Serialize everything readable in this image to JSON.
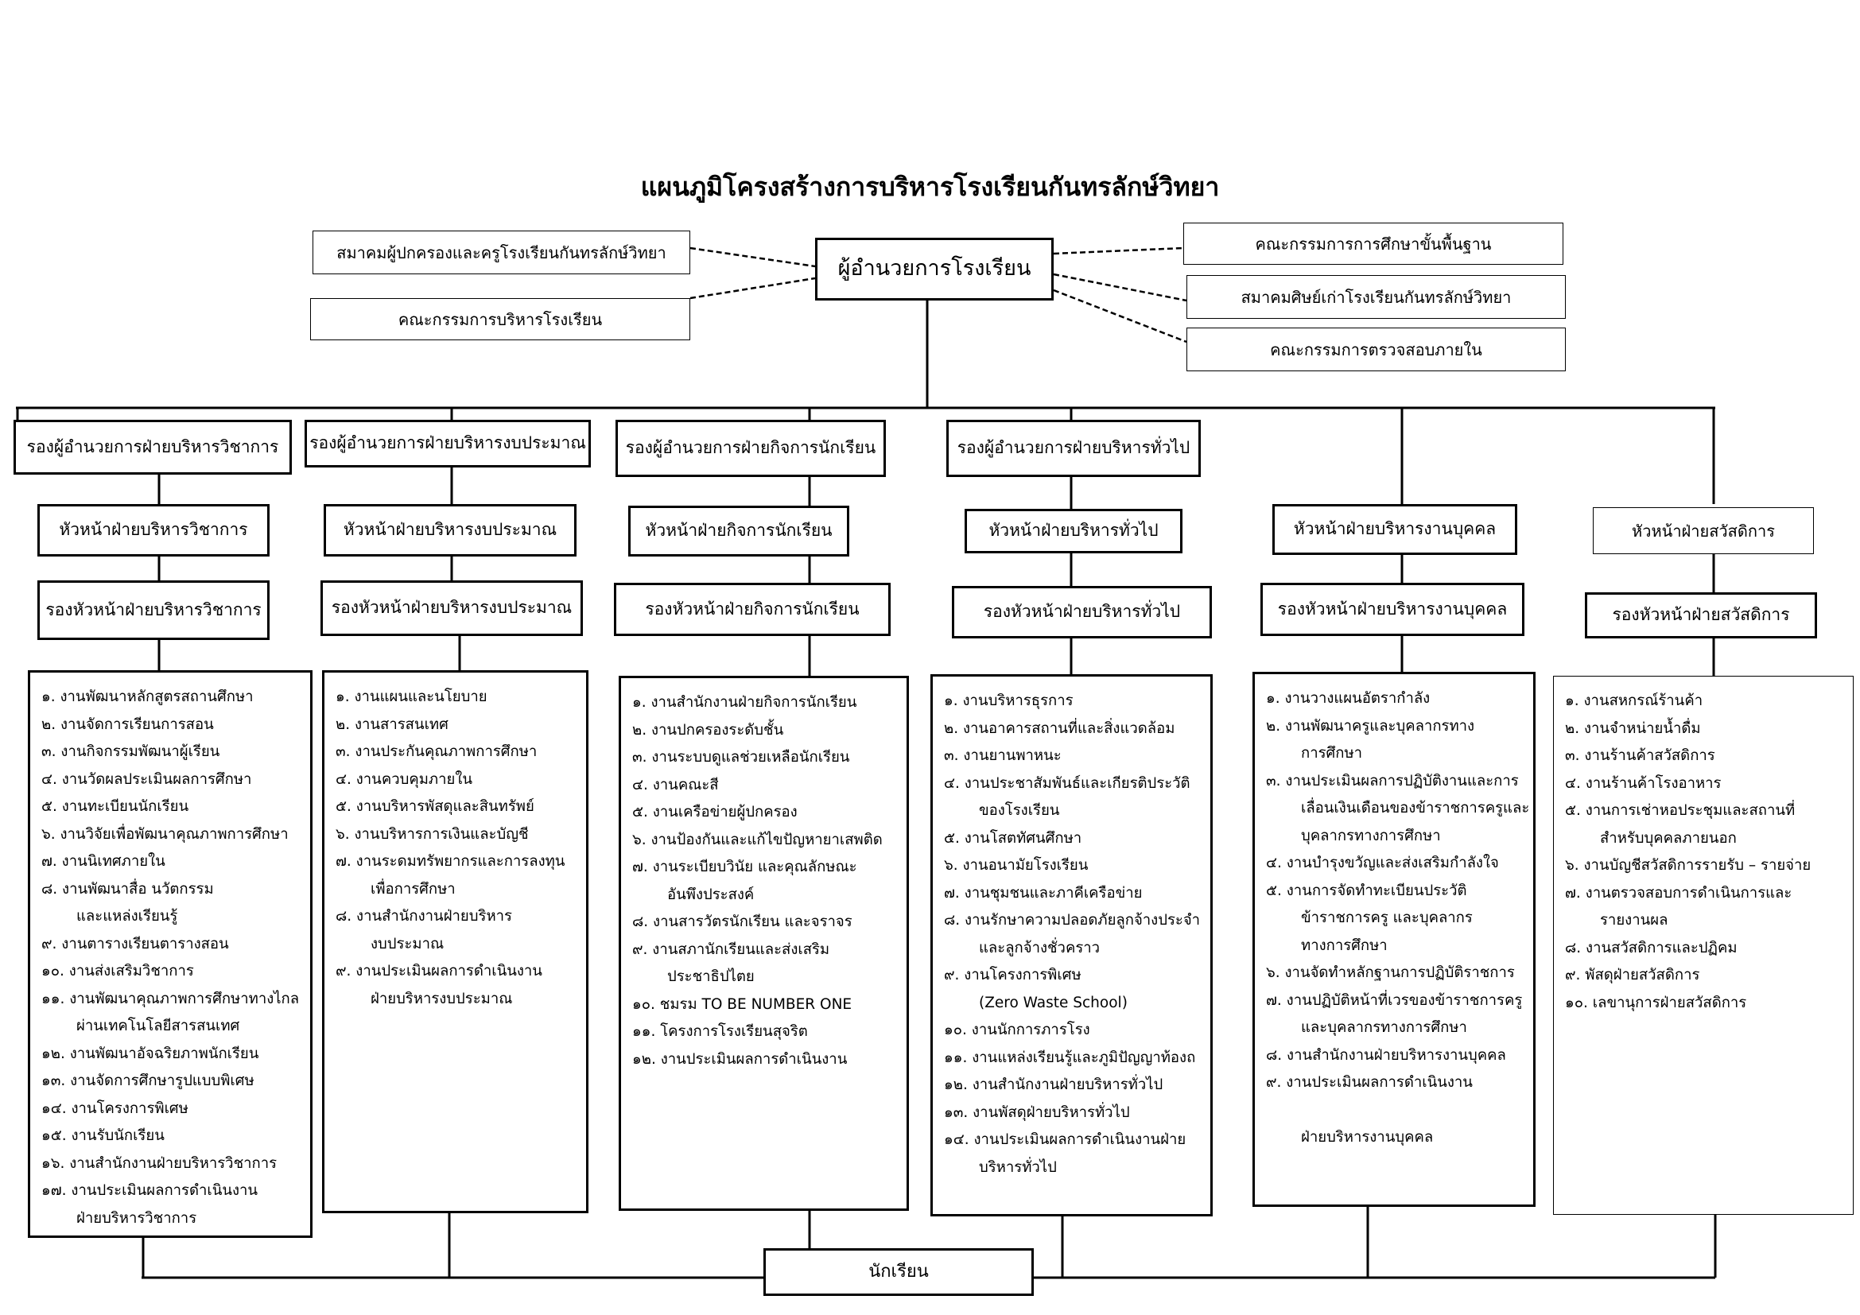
{
  "title": "แผนภูมิโครงสร้างการบริหารโรงเรียนกันทรลักษ์วิทยา",
  "director": "ผู้อำนวยการโรงเรียน",
  "side_boxes": {
    "parents_teachers_association": "สมาคมผู้ปกครองและครูโรงเรียนกันทรลักษ์วิทยา",
    "school_board": "คณะกรรมการบริหารโรงเรียน",
    "basic_education_committee": "คณะกรรมการการศึกษาขั้นพื้นฐาน",
    "alumni_association": "สมาคมศิษย์เก่าโรงเรียนกันทรลักษ์วิทยา",
    "internal_audit_committee": "คณะกรรมการตรวจสอบภายใน"
  },
  "deputies": [
    "รองผู้อำนวยการฝ่ายบริหารวิชาการ",
    "รองผู้อำนวยการฝ่ายบริหารงบประมาณ",
    "รองผู้อำนวยการฝ่ายกิจการนักเรียน",
    "รองผู้อำนวยการฝ่ายบริหารทั่วไป"
  ],
  "heads": [
    "หัวหน้าฝ่ายบริหารวิชาการ",
    "หัวหน้าฝ่ายบริหารงบประมาณ",
    "หัวหน้าฝ่ายกิจการนักเรียน",
    "หัวหน้าฝ่ายบริหารทั่วไป",
    "หัวหน้าฝ่ายบริหารงานบุคคล",
    "หัวหน้าฝ่ายสวัสดิการ"
  ],
  "deputy_heads": [
    "รองหัวหน้าฝ่ายบริหารวิชาการ",
    "รองหัวหน้าฝ่ายบริหารงบประมาณ",
    "รองหัวหน้าฝ่ายกิจการนักเรียน",
    "รองหัวหน้าฝ่ายบริหารทั่วไป",
    "รองหัวหน้าฝ่ายบริหารงานบุคคล",
    "รองหัวหน้าฝ่ายสวัสดิการ"
  ],
  "task_lists": [
    [
      "๑. งานพัฒนาหลักสูตรสถานศึกษา",
      "๒. งานจัดการเรียนการสอน",
      "๓. งานกิจกรรมพัฒนาผู้เรียน",
      "๔. งานวัดผลประเมินผลการศึกษา",
      "๕. งานทะเบียนนักเรียน",
      "๖. งานวิจัยเพื่อพัฒนาคุณภาพการศึกษา",
      "๗. งานนิเทศภายใน",
      "๘. งานพัฒนาสื่อ นวัตกรรม",
      "+และแหล่งเรียนรู้",
      "๙. งานตารางเรียนตารางสอน",
      "๑๐. งานส่งเสริมวิชาการ",
      "๑๑. งานพัฒนาคุณภาพการศึกษาทางไกล",
      "+ผ่านเทคโนโลยีสารสนเทศ",
      "๑๒. งานพัฒนาอัจฉริยภาพนักเรียน",
      "๑๓. งานจัดการศึกษารูปแบบพิเศษ",
      "๑๔. งานโครงการพิเศษ",
      "๑๕. งานรับนักเรียน",
      "๑๖. งานสำนักงานฝ่ายบริหารวิชาการ",
      "๑๗. งานประเมินผลการดำเนินงาน",
      "+ฝ่ายบริหารวิชาการ"
    ],
    [
      "๑. งานแผนและนโยบาย",
      "๒. งานสารสนเทศ",
      "๓. งานประกันคุณภาพการศึกษา",
      "๔. งานควบคุมภายใน",
      "๕. งานบริหารพัสดุและสินทรัพย์",
      "๖. งานบริหารการเงินและบัญชี",
      "๗. งานระดมทรัพยากรและการลงทุน",
      "+เพื่อการศึกษา",
      "๘. งานสำนักงานฝ่ายบริหาร",
      "+งบประมาณ",
      "๙. งานประเมินผลการดำเนินงาน",
      "+ฝ่ายบริหารงบประมาณ"
    ],
    [
      "๑. งานสำนักงานฝ่ายกิจการนักเรียน",
      "๒. งานปกครองระดับชั้น",
      "๓. งานระบบดูแลช่วยเหลือนักเรียน",
      "๔. งานคณะสี",
      "๕. งานเครือข่ายผู้ปกครอง",
      "๖. งานป้องกันและแก้ไขปัญหายาเสพติด",
      "๗. งานระเบียบวินัย และคุณลักษณะ",
      "+อันพึงประสงค์",
      "๘. งานสารวัตรนักเรียน และจราจร",
      "๙. งานสภานักเรียนและส่งเสริม",
      "+ประชาธิปไตย",
      "๑๐. ชมรม TO BE NUMBER ONE",
      "๑๑. โครงการโรงเรียนสุจริต",
      "๑๒. งานประเมินผลการดำเนินงาน"
    ],
    [
      "๑. งานบริหารธุรการ",
      "๒. งานอาคารสถานที่และสิ่งแวดล้อม",
      "๓. งานยานพาหนะ",
      "๔. งานประชาสัมพันธ์และเกียรติประวัติ",
      "+ของโรงเรียน",
      "๕. งานโสตทัศนศึกษา",
      "๖. งานอนามัยโรงเรียน",
      "๗. งานชุมชนและภาคีเครือข่าย",
      "๘. งานรักษาความปลอดภัยลูกจ้างประจำ",
      "+และลูกจ้างชั่วคราว",
      "๙. งานโครงการพิเศษ",
      "+(Zero Waste School)",
      "๑๐. งานนักการภารโรง",
      "๑๑. งานแหล่งเรียนรู้และภูมิปัญญาท้องถ",
      "๑๒. งานสำนักงานฝ่ายบริหารทั่วไป",
      "๑๓. งานพัสดุฝ่ายบริหารทั่วไป",
      "๑๔. งานประเมินผลการดำเนินงานฝ่าย",
      "+บริหารทั่วไป"
    ],
    [
      "๑. งานวางแผนอัตรากำลัง",
      "๒. งานพัฒนาครูและบุคลากรทาง",
      "+การศึกษา",
      "๓. งานประเมินผลการปฏิบัติงานและการ",
      "+เลื่อนเงินเดือนของข้าราชการครูและ",
      "+บุคลากรทางการศึกษา",
      "๔. งานบำรุงขวัญและส่งเสริมกำลังใจ",
      "๕. งานการจัดทำทะเบียนประวัติ",
      "+ข้าราชการครู และบุคลากร",
      "+ทางการศึกษา",
      "๖. งานจัดทำหลักฐานการปฏิบัติราชการ",
      "๗. งานปฏิบัติหน้าที่เวรของข้าราชการครู",
      "+และบุคลากรทางการศึกษา",
      "๘. งานสำนักงานฝ่ายบริหารงานบุคคล",
      "๙. งานประเมินผลการดำเนินงาน",
      "",
      "+ฝ่ายบริหารงานบุคคล"
    ],
    [
      "๑. งานสหกรณ์ร้านค้า",
      "๒. งานจำหน่ายน้ำดื่ม",
      "๓. งานร้านค้าสวัสดิการ",
      "๔. งานร้านค้าโรงอาหาร",
      "๕. งานการเช่าหอประชุมและสถานที่",
      "+สำหรับบุคคลภายนอก",
      "๖. งานบัญชีสวัสดิการรายรับ – รายจ่าย",
      "๗. งานตรวจสอบการดำเนินการและ",
      "+รายงานผล",
      "๘. งานสวัสดิการและปฏิคม",
      "๙. พัสดุฝ่ายสวัสดิการ",
      "๑๐. เลขานุการฝ่ายสวัสดิการ"
    ]
  ],
  "students": "นักเรียน"
}
